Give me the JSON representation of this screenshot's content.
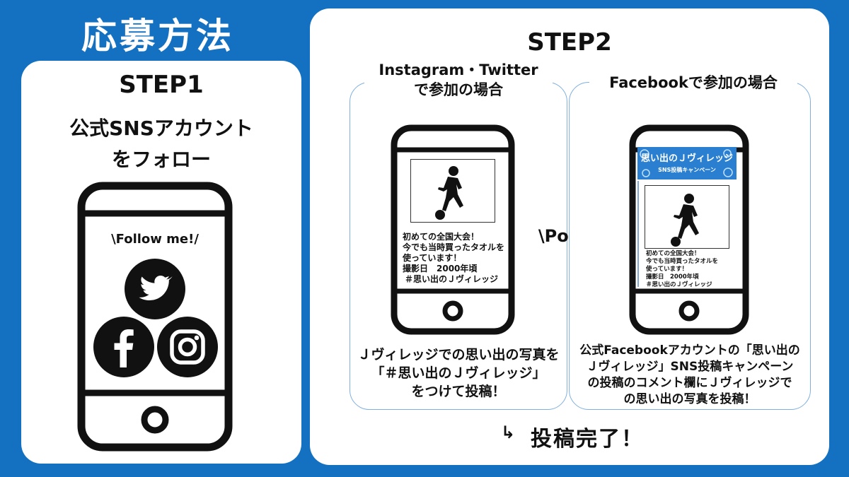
{
  "title": "応募方法",
  "step1": {
    "label": "STEP1",
    "text_line1": "公式SNSアカウント",
    "text_line2": "をフォロー",
    "follow_label": "\\Follow me!/"
  },
  "step2": {
    "label": "STEP2",
    "left": {
      "title_line1": "Instagram・Twitter",
      "title_line2": "で参加の場合",
      "post_lines": [
        "初めての全国大会！",
        "今でも当時買ったタオルを",
        "使っています！",
        "撮影日　2000年頃",
        "＃思い出のＪヴィレッジ"
      ],
      "bottom_lines": [
        "Ｊヴィレッジでの思い出の写真を",
        "「＃思い出のＪヴィレッジ」",
        "をつけて投稿！"
      ]
    },
    "post_label": "\\Post!/",
    "right": {
      "title": "Facebookで参加の場合",
      "banner_title": "思い出のＪヴィレッジ",
      "banner_sub": "SNS投稿キャンペーン",
      "post_lines": [
        "初めての全国大会！",
        "今でも当時買ったタオルを",
        "使っています！",
        "撮影日　2000年頃",
        "＃思い出のＪヴィレッジ"
      ],
      "bottom_lines": [
        "公式Facebookアカウントの「思い出の",
        "Ｊヴィレッジ」SNS投稿キャンペーン",
        "の投稿のコメント欄にＪヴィレッジで",
        "の思い出の写真を投稿！"
      ]
    },
    "done_arrow": "↳",
    "done_text": "投稿完了！"
  },
  "colors": {
    "background": "#1471c1",
    "card": "#ffffff",
    "outline": "#111111",
    "panel_border": "#7fb0df",
    "banner": "#2a7fd0"
  }
}
